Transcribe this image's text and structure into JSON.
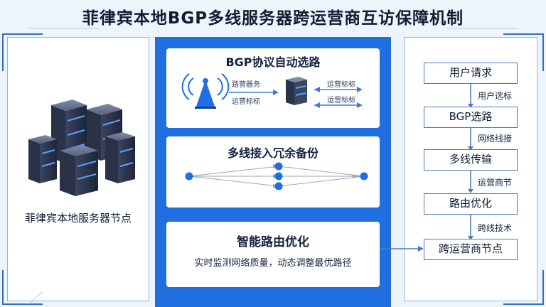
{
  "title": "菲律宾本地BGP多线服务器跨运营商互访保障机制",
  "left_panel": {
    "caption": "菲律宾本地服务器节点"
  },
  "cards": {
    "bgp": {
      "title": "BGP协议自动选路",
      "label_top": "路营器务",
      "label_bottom": "运营标标",
      "arrow_label_1": "运营标标",
      "arrow_label_2": "运营标标"
    },
    "multiline": {
      "title": "多线接入冗余备份"
    },
    "smart": {
      "title": "智能路由优化",
      "desc": "实时监测网络质量，动态调整最优路径"
    }
  },
  "flow": {
    "steps": [
      "用户请求",
      "BGP选路",
      "多线传输",
      "路由优化",
      "跨运营商节点"
    ],
    "labels": [
      "用户选标",
      "网络线接",
      "运营商节",
      "跨线技术"
    ]
  },
  "colors": {
    "accent": "#1f6fe0",
    "border": "#8fb4e0",
    "box_border": "#4d7ab8"
  }
}
